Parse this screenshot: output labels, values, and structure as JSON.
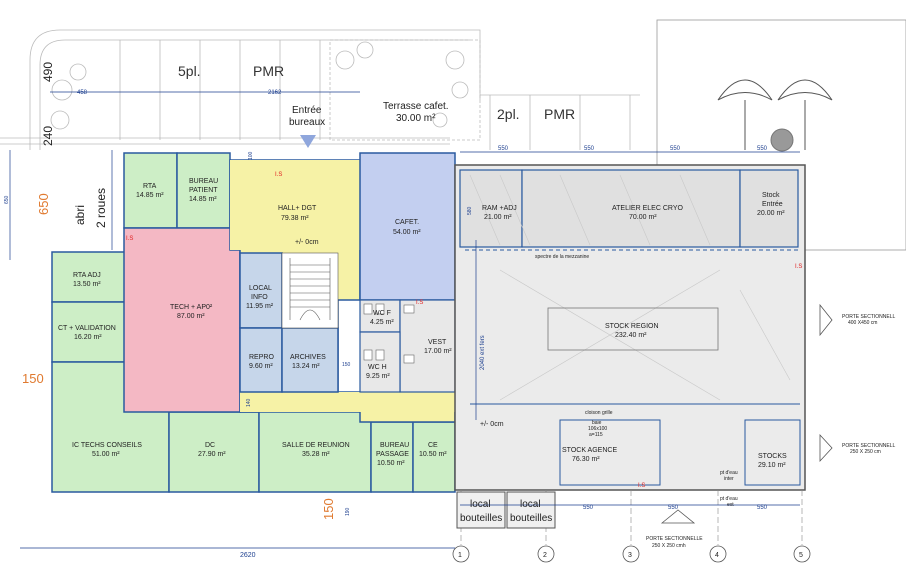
{
  "colors": {
    "green": "#cdeec6",
    "pink": "#f4b8c4",
    "yellow": "#f6f2a6",
    "blue": "#c3cff0",
    "lightblue": "#c6d6ea",
    "grey": "#e8e8e8",
    "dim_blue": "#1d3f8f",
    "dim_orange": "#e07a30",
    "security_red": "#e02020"
  },
  "exterior": {
    "parking_1": "5pl.",
    "parking_pmr_1": "PMR",
    "parking_2": "2pl.",
    "parking_pmr_2": "PMR",
    "entrance_line1": "Entrée",
    "entrance_line2": "bureaux",
    "terrace_line1": "Terrasse cafet.",
    "terrace_line2": "30.00 m²",
    "shelter_line1": "abri",
    "shelter_line2": "2 roues",
    "local_1_line1": "local",
    "local_1_line2": "bouteilles",
    "local_2_line1": "local",
    "local_2_line2": "bouteilles"
  },
  "rooms": {
    "rta": {
      "name": "RTA",
      "area": "14.85 m²"
    },
    "bureau_patient": {
      "name1": "BUREAU",
      "name2": "PATIENT",
      "area": "14.85 m²"
    },
    "hall": {
      "name": "HALL+ DGT",
      "area": "79.38 m²",
      "level": "+/- 0cm"
    },
    "cafet": {
      "name": "CAFET.",
      "area": "54.00 m²"
    },
    "rta_adj": {
      "name": "RTA ADJ",
      "area": "13.50 m²"
    },
    "tech_ap": {
      "name": "TECH + AP0²",
      "area": "87.00 m²"
    },
    "local_info": {
      "name1": "LOCAL",
      "name2": "INFO",
      "area": "11.95 m²"
    },
    "ct_validation": {
      "name": "CT + VALIDATION",
      "area": "16.20 m²"
    },
    "wc_f": {
      "name": "WC F",
      "area": "4.25 m²"
    },
    "vest": {
      "name": "VEST",
      "area": "17.00 m²"
    },
    "repro": {
      "name": "REPRO",
      "area": "9.60 m²"
    },
    "archives": {
      "name": "ARCHIVES",
      "area": "13.24 m²"
    },
    "wc_h": {
      "name": "WC H",
      "area": "9.25 m²"
    },
    "ic_techs": {
      "name": "IC TECHS CONSEILS",
      "area": "51.00 m²"
    },
    "dc": {
      "name": "DC",
      "area": "27.90 m²"
    },
    "salle_reunion": {
      "name": "SALLE DE REUNION",
      "area": "35.28 m²"
    },
    "bureau_passage": {
      "name1": "BUREAU",
      "name2": "PASSAGE",
      "area": "10.50 m²"
    },
    "ce": {
      "name": "CE",
      "area": "10.50 m²"
    },
    "ram_adj": {
      "name": "RAM +ADJ",
      "area": "21.00 m²"
    },
    "atelier": {
      "name": "ATELIER ELEC CRYO",
      "area": "70.00 m²"
    },
    "stock_entree": {
      "name1": "Stock",
      "name2": "Entrée",
      "area": "20.00 m²"
    },
    "stock_region": {
      "name": "STOCK REGION",
      "area": "232.40 m²"
    },
    "stock_agence": {
      "name": "STOCK AGENCE",
      "area": "76.30 m²"
    },
    "stocks": {
      "name": "STOCKS",
      "area": "29.10 m²"
    }
  },
  "notes": {
    "mezzanine": "spectre de la mezzanine",
    "cloison": "cloison grille",
    "baie_1": "baie",
    "baie_2": "106x100",
    "baie_3": "a=115",
    "level_right": "+/- 0cm",
    "pt_eau_int_1": "pt d'eau",
    "pt_eau_int_2": "inter",
    "pt_eau_ext_1": "pt d'eau",
    "pt_eau_ext_2": "ext",
    "porte_right1_1": "PORTE SECTIONNELL",
    "porte_right1_2": "400 X450 cm",
    "porte_right2_1": "PORTE SECTIONNELL",
    "porte_right2_2": "250 X 250 cm",
    "porte_bottom_1": "PORTE SECTIONNELLE",
    "porte_bottom_2": "250 X 250 cmh",
    "ls": "I.S"
  },
  "dimensions": {
    "d490": "490",
    "d240": "240",
    "d650": "650",
    "d650_small": "650",
    "d150_left": "150",
    "d150_bottom": "150",
    "d458": "458",
    "d2162": "2162",
    "d2620": "2620",
    "d550_1": "550",
    "d550_2": "550",
    "d550_3": "550",
    "d550_4": "550",
    "d550_5": "550",
    "d550_6": "550",
    "d550_7": "550",
    "d2040": "2040 ext fers",
    "d580": "580",
    "d100": "100",
    "d140": "140",
    "d150_mid": "150",
    "d190": "190"
  },
  "grid_axes": [
    "1",
    "2",
    "3",
    "4",
    "5"
  ]
}
